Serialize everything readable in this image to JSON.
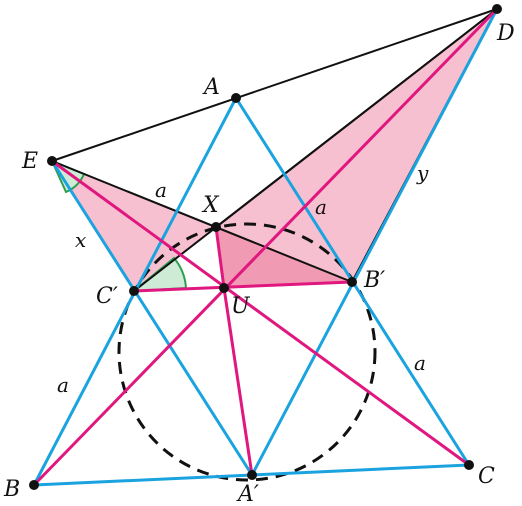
{
  "colors": {
    "blue": "#1aa3df",
    "magenta": "#e0177f",
    "black": "#111111",
    "pink_fill": "#f6b5c8",
    "pink_dark": "#ef8fab",
    "green": "#2e9e4e",
    "green_fill": "#cdebd5"
  },
  "points": {
    "A": "A",
    "B": "B",
    "C": "C",
    "D": "D",
    "E": "E",
    "X": "X",
    "U": "U",
    "A_prime": "A′",
    "B_prime": "B′",
    "C_prime": "C′"
  },
  "segment_labels": {
    "a_EX": "a",
    "a_AB": "a",
    "a_CB": "a",
    "a_BC": "a",
    "x": "x",
    "y": "y"
  }
}
